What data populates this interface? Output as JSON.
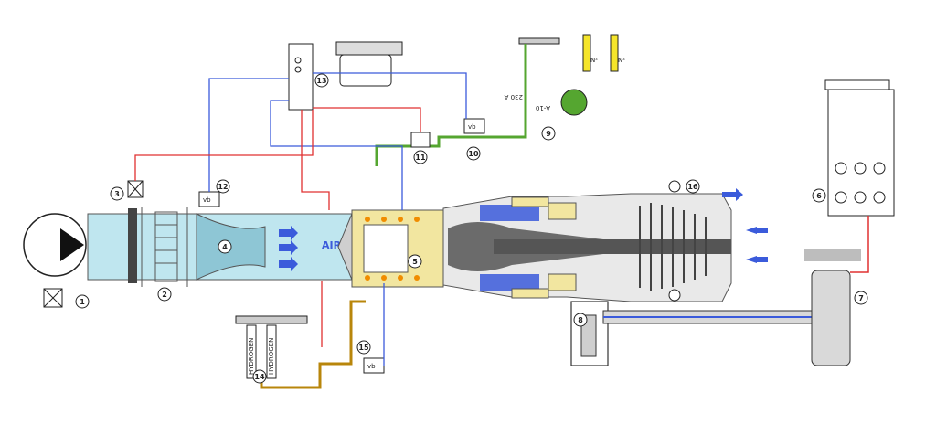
{
  "colors": {
    "air": "#bfe6ef",
    "water": "#b8860b",
    "fuel_green": "#55a630",
    "sensor_blue": "#3b5bdb",
    "signal_red": "#e03131",
    "engine_gray": "#888888",
    "casing_yellow": "#f2e6a0",
    "nitrogen": "#f5e52a"
  },
  "labels": {
    "airflow": "AIR",
    "flowmeter_a": "A-10",
    "flowmeter_b": "230 A",
    "n2_left": "N²",
    "n2_right": "N²",
    "gas_box_tag_a": "HYDROGEN",
    "gas_box_tag_b": "HYDROGEN",
    "vb_12": "vb",
    "vb_10": "vb",
    "vb_15": "vb"
  },
  "callouts": [
    "1",
    "2",
    "3",
    "4",
    "5",
    "6",
    "7",
    "8",
    "9",
    "10",
    "11",
    "12",
    "13",
    "14",
    "15",
    "16"
  ]
}
